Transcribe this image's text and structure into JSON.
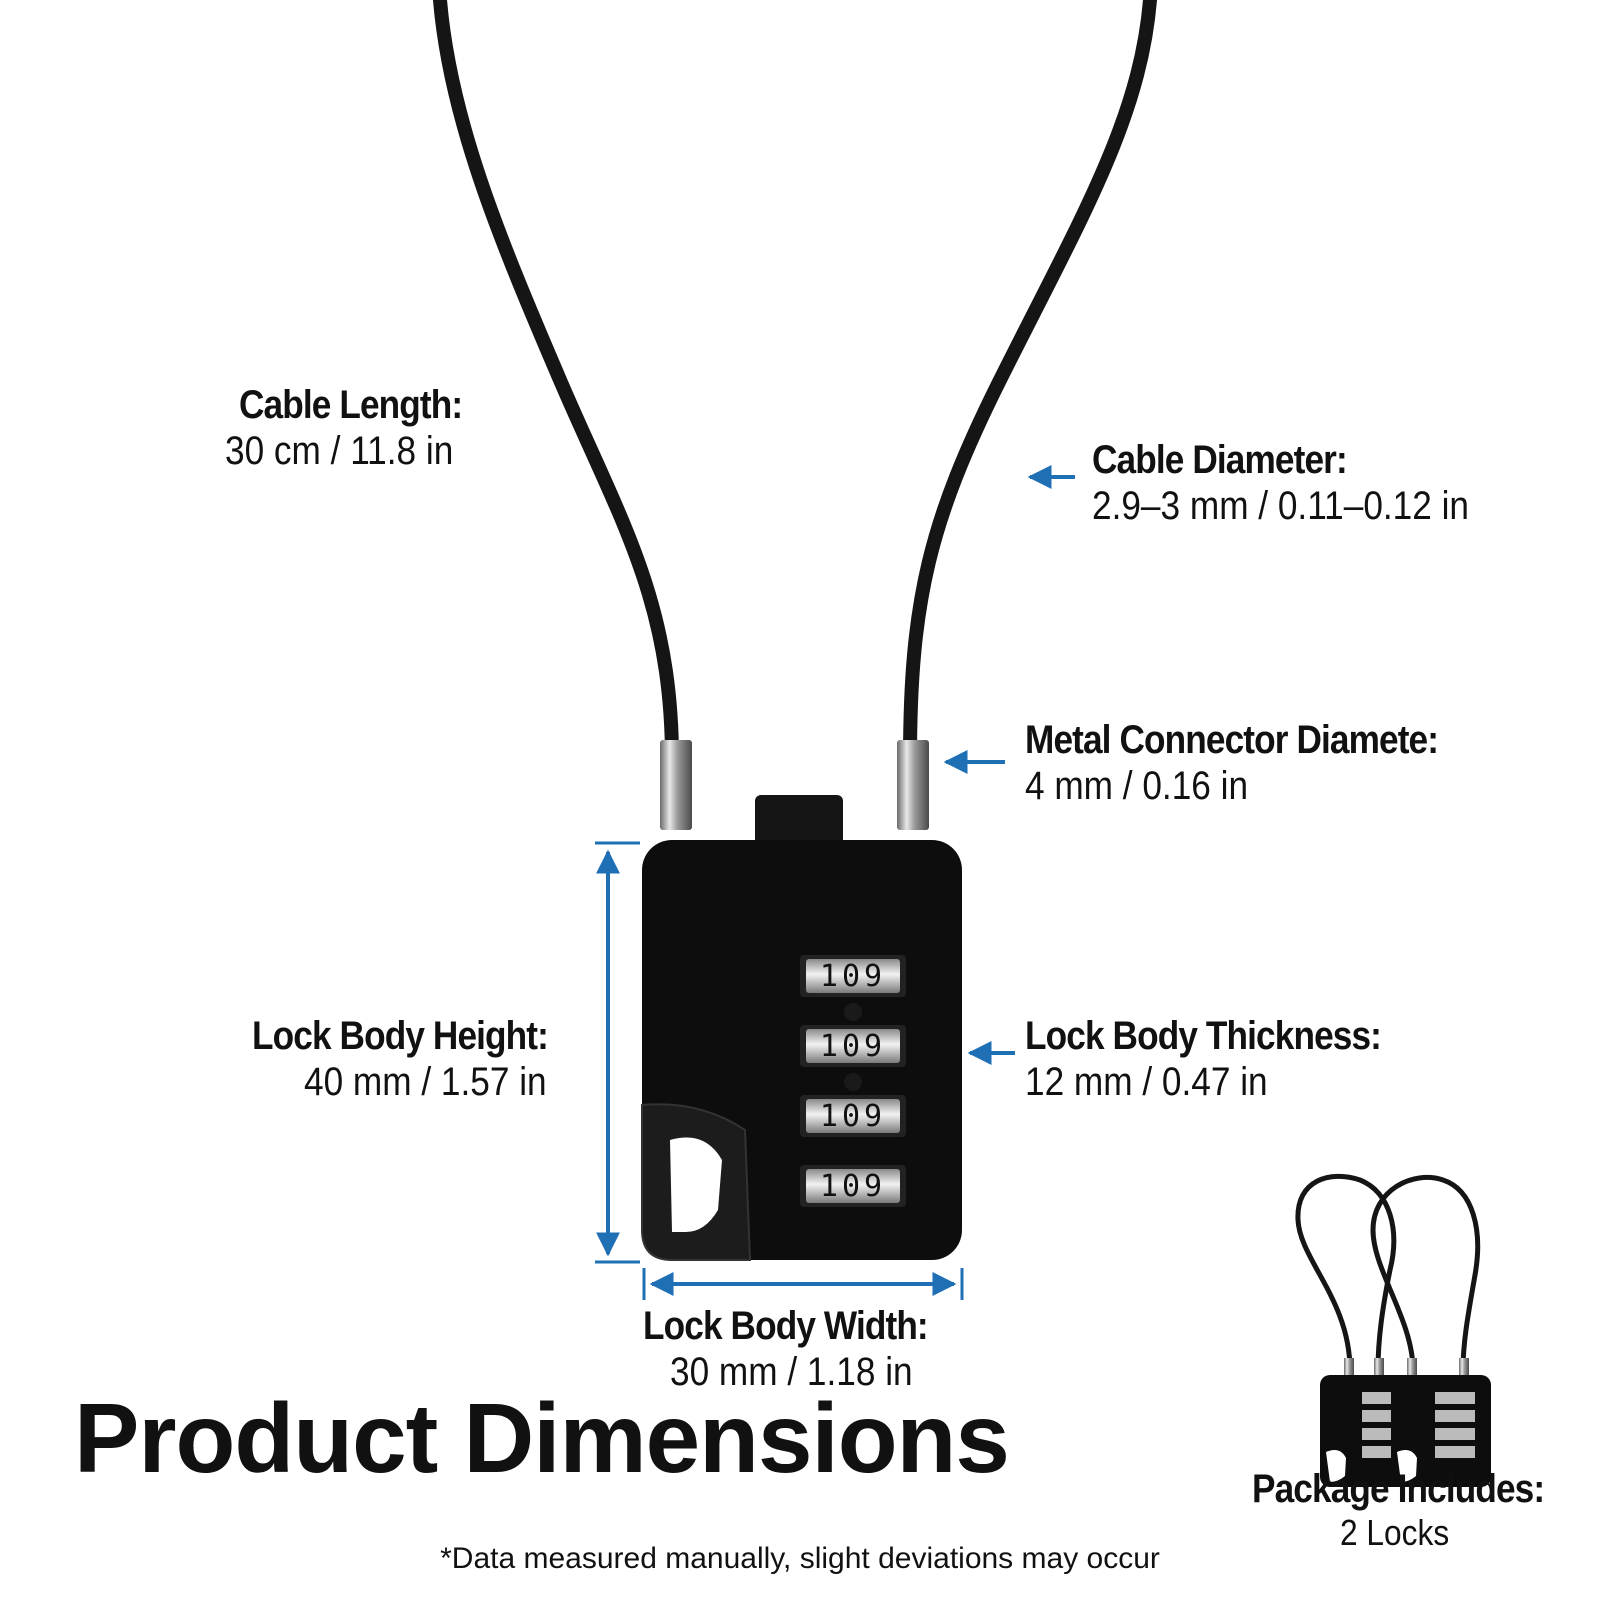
{
  "title": "Product Dimensions",
  "footnote": "*Data measured manually, slight deviations may occur",
  "specs": {
    "cable_length": {
      "label": "Cable Length:",
      "value": "30 cm / 11.8 in"
    },
    "cable_diameter": {
      "label": "Cable Diameter:",
      "value": "2.9–3 mm / 0.11–0.12 in"
    },
    "connector_diameter": {
      "label": "Metal Connector Diamete:",
      "value": "4 mm / 0.16 in"
    },
    "body_height": {
      "label": "Lock Body Height:",
      "value": "40 mm / 1.57 in"
    },
    "body_thickness": {
      "label": "Lock Body Thickness:",
      "value": "12 mm / 0.47 in"
    },
    "body_width": {
      "label": "Lock Body Width:",
      "value": "30 mm / 1.18 in"
    }
  },
  "package": {
    "label": "Package Includes:",
    "value": "2 Locks"
  },
  "dial_digits": "109",
  "colors": {
    "accent": "#1f6fb5",
    "lock_body": "#0d0d0d",
    "cable": "#151515",
    "metal": "#b8b8b8"
  },
  "icons": [
    "arrow-left-icon",
    "dimension-arrow-icon"
  ]
}
